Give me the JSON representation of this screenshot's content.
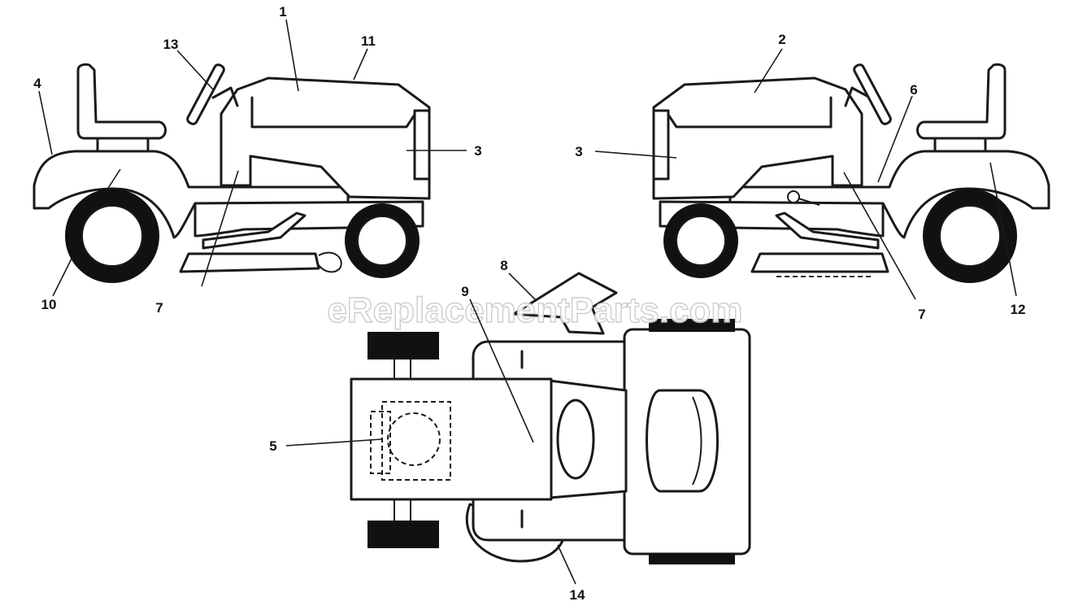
{
  "watermark": "eReplacementParts.com",
  "callouts": {
    "c1": "1",
    "c2": "2",
    "c3a": "3",
    "c3b": "3",
    "c4": "4",
    "c5": "5",
    "c6": "6",
    "c7a": "7",
    "c7b": "7",
    "c8": "8",
    "c9": "9",
    "c10": "10",
    "c11": "11",
    "c12": "12",
    "c13": "13",
    "c14": "14"
  }
}
